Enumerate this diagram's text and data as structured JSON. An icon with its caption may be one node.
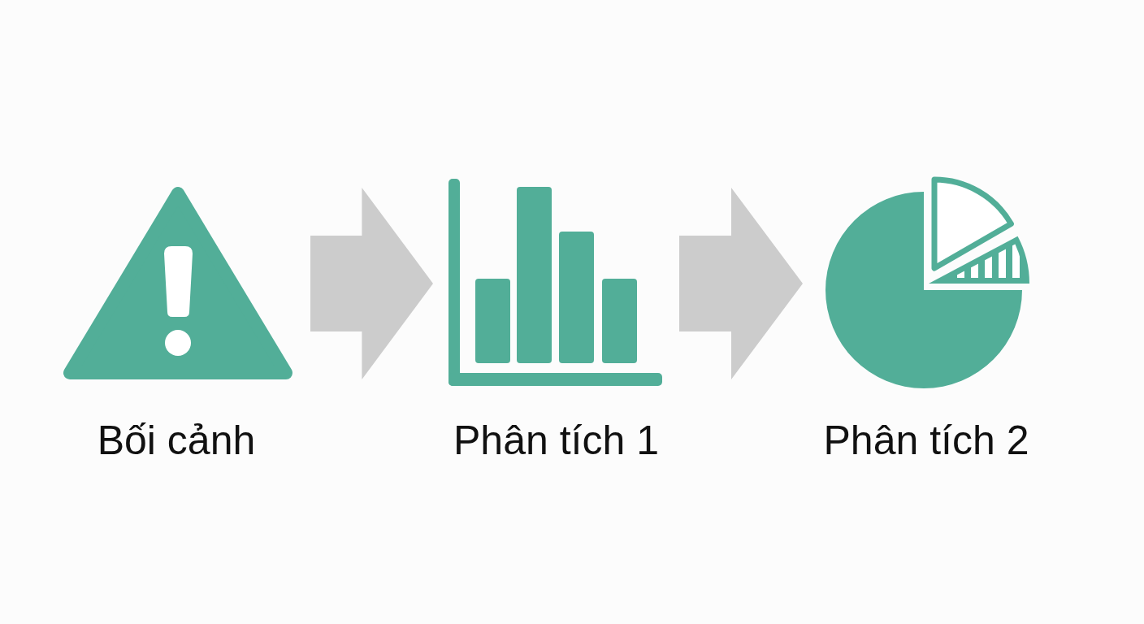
{
  "diagram": {
    "nodes": [
      {
        "text": [
          "Bối cảnh"
        ]
      },
      {
        "text": [
          "Phân tích 1"
        ]
      },
      {
        "text": [
          "Phân tích 2"
        ]
      }
    ],
    "edges": [
      {
        "from": 0,
        "to": 1,
        "arrow": "to"
      },
      {
        "from": 1,
        "to": 2,
        "arrow": "to"
      }
    ]
  }
}
